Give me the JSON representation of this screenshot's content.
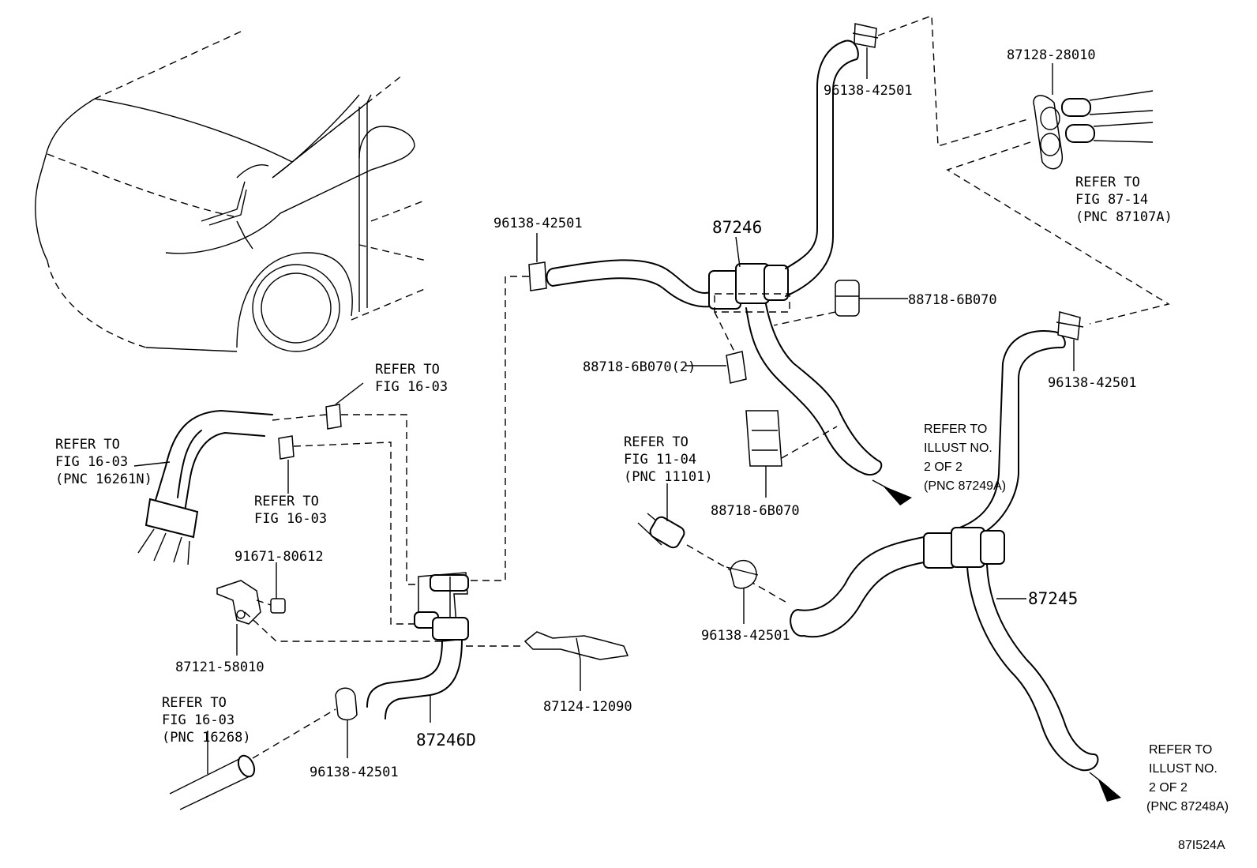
{
  "diagram_id": "87I524A",
  "labels": {
    "clamp_top": "96138-42501",
    "grommet": "87128-28010",
    "refer_fig_87_14": [
      "REFER TO",
      "FIG 87-14",
      "(PNC 87107A)"
    ],
    "clamp_mid_left": "96138-42501",
    "hose_upper": "87246",
    "clamp_holder_right": "88718-6B070",
    "clamp_holder_left": "88718-6B070(2)",
    "clamp_right": "96138-42501",
    "refer_fig_16_03_top": [
      "REFER TO",
      "FIG 16-03"
    ],
    "refer_illust_2_a": [
      "REFER TO",
      "ILLUST NO.",
      "2 OF 2",
      "(PNC 87249A)"
    ],
    "refer_fig_16_03_pnc": [
      "REFER TO",
      "FIG 16-03",
      "(PNC 16261N)"
    ],
    "refer_fig_16_03_mid": [
      "REFER TO",
      "FIG 16-03"
    ],
    "refer_fig_11_04": [
      "REFER TO",
      "FIG 11-04",
      "(PNC 11101)"
    ],
    "clamp_holder_bottom": "88718-6B070",
    "bolt": "91671-80612",
    "hose_lower_right": "87245",
    "clamp_lower_mid": "96138-42501",
    "bracket": "87121-58010",
    "bracket_2": "87124-12090",
    "refer_fig_16_03_bottom": [
      "REFER TO",
      "FIG 16-03",
      "(PNC 16268)"
    ],
    "clamp_bottom": "96138-42501",
    "hose_lower": "87246D",
    "refer_illust_2_b": [
      "REFER TO",
      "ILLUST NO.",
      "2 OF 2",
      "(PNC 87248A)"
    ]
  }
}
